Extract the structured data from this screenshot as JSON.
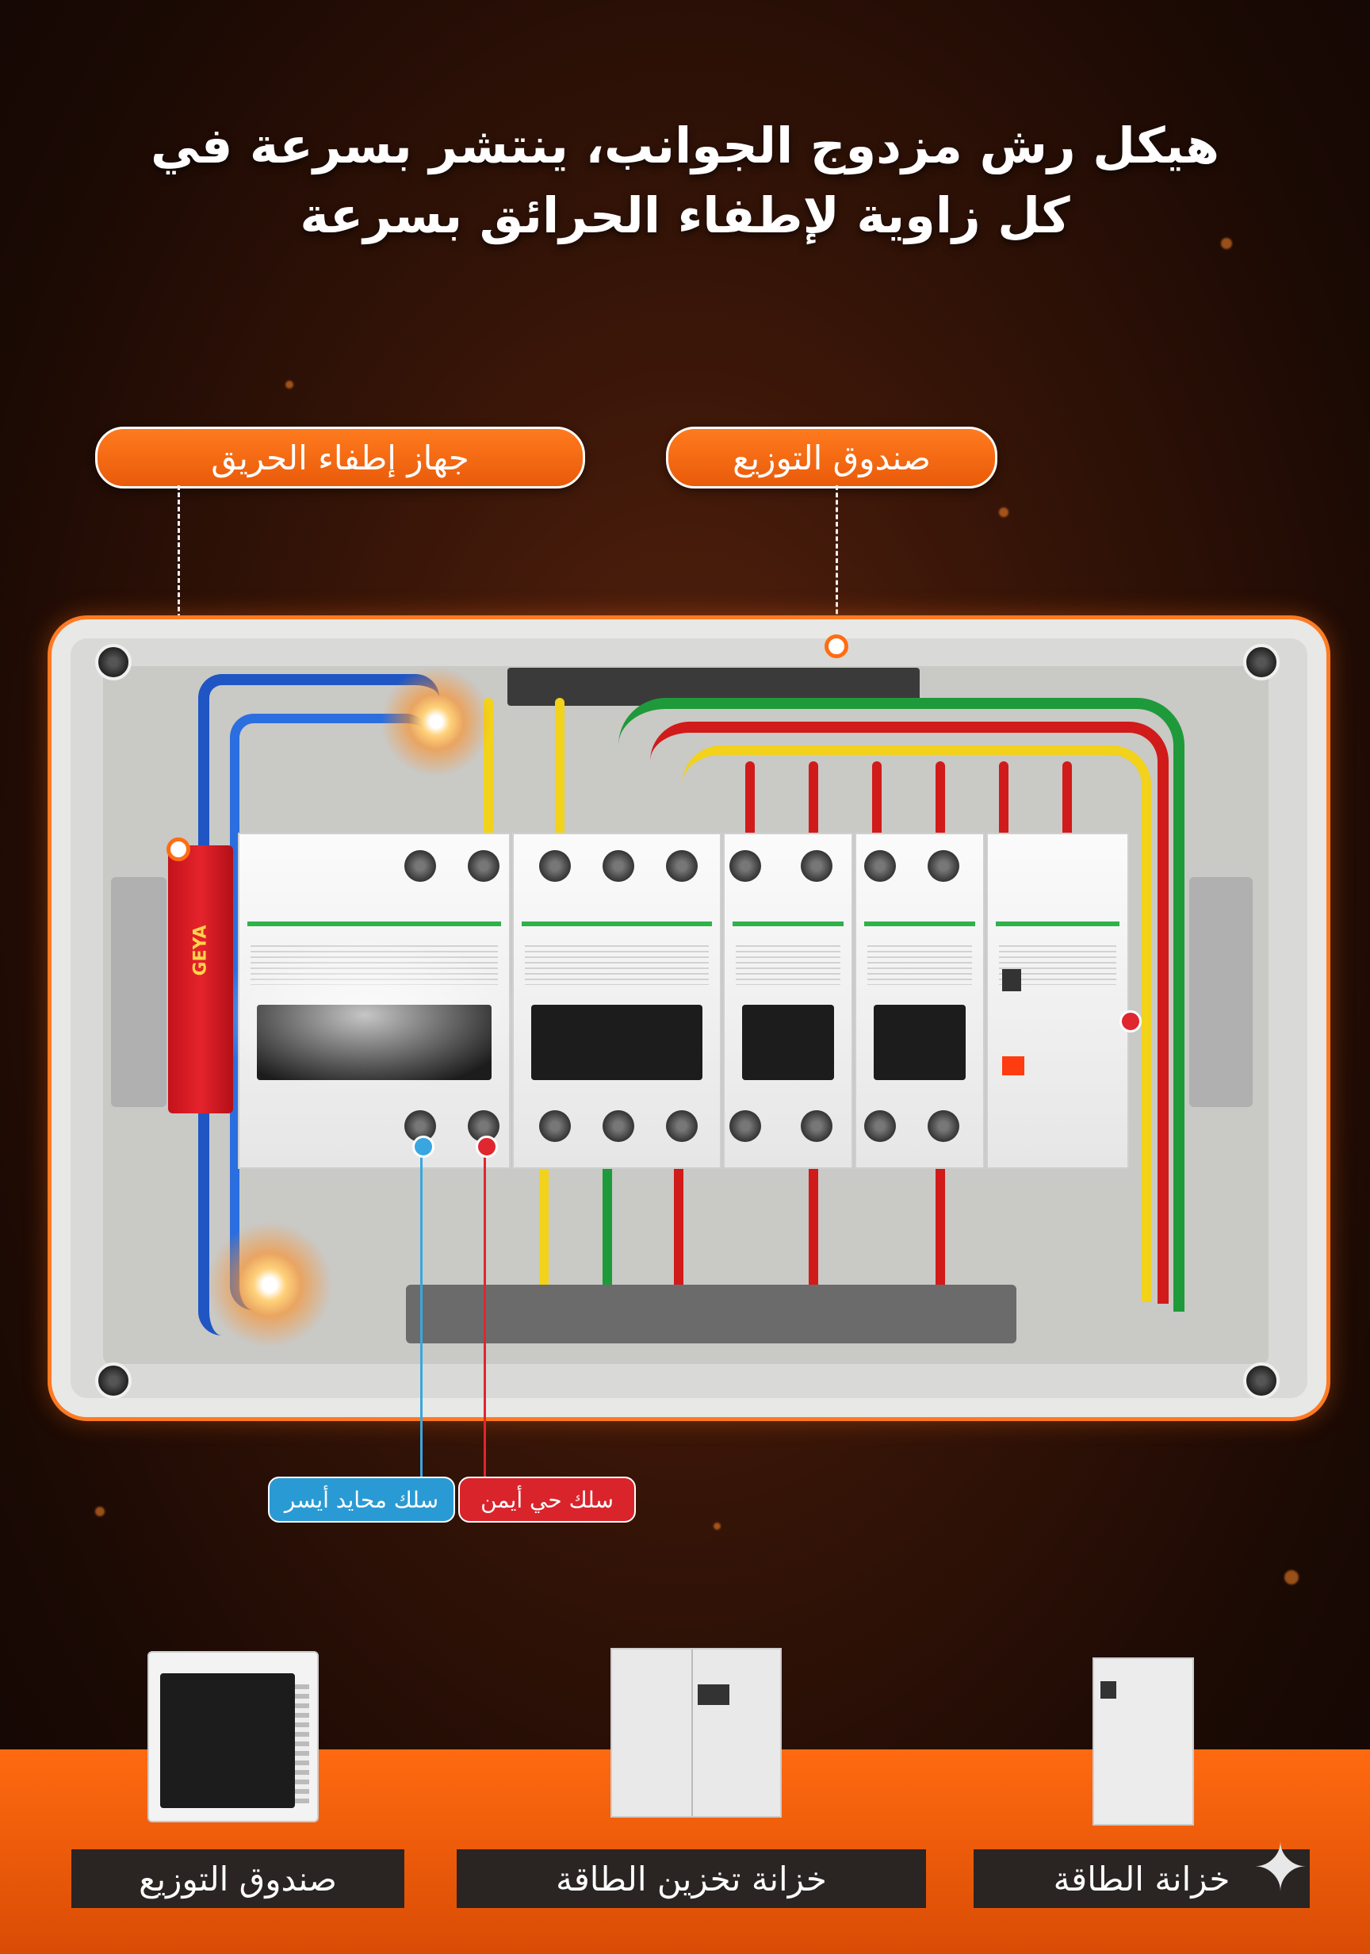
{
  "headline": {
    "line1": "هيكل رش مزدوج الجوانب، ينتشر بسرعة في",
    "line2": "كل زاوية لإطفاء الحرائق بسرعة"
  },
  "callouts": {
    "fire_device": "جهاز إطفاء الحريق",
    "distribution_box": "صندوق التوزيع"
  },
  "device_brand": "GEYA",
  "wire_tags": {
    "neutral": "سلك محايد أيسر",
    "live": "سلك حي أيمن"
  },
  "colors": {
    "accent": "#ff7a1e",
    "neutral_tag": "#2a9ad4",
    "live_tag": "#d9242c"
  },
  "products": [
    {
      "label": "صندوق التوزيع",
      "icon": "distribution-box"
    },
    {
      "label": "خزانة تخزين الطاقة",
      "icon": "energy-storage-cabinet"
    },
    {
      "label": "خزانة الطاقة",
      "icon": "power-cabinet"
    }
  ]
}
